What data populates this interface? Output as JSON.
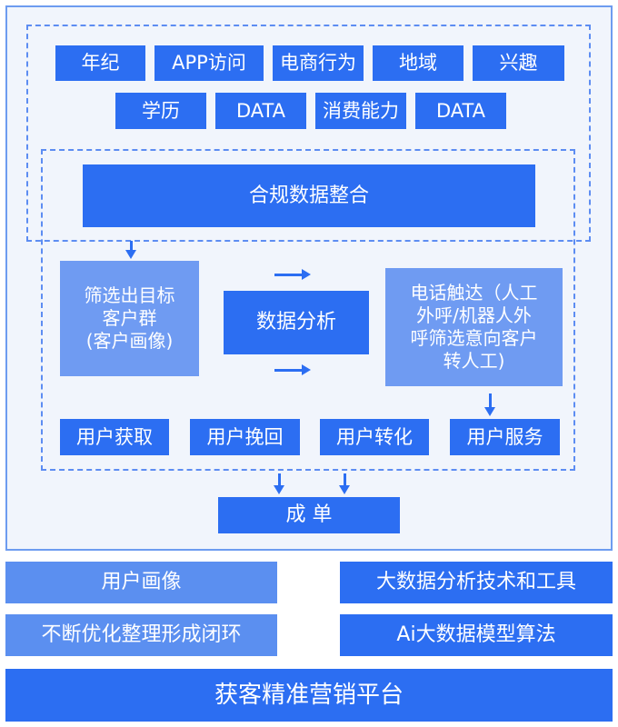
{
  "data_tags": {
    "row1": [
      "年纪",
      "APP访问",
      "电商行为",
      "地域",
      "兴趣"
    ],
    "row2": [
      "学历",
      "DATA",
      "消费能力",
      "DATA"
    ]
  },
  "integration": "合规数据整合",
  "target_customers": "筛选出目标\n客户群\n(客户画像)",
  "data_analysis": "数据分析",
  "phone_outreach": "电话触达（人工\n外呼/机器人外\n呼筛选意向客户\n转人工)",
  "funnel_steps": [
    "用户获取",
    "用户挽回",
    "用户转化",
    "用户服务"
  ],
  "deal": "成 单",
  "features": {
    "left": [
      "用户画像",
      "不断优化整理形成闭环"
    ],
    "right": [
      "大数据分析技术和工具",
      "Ai大数据模型算法"
    ]
  },
  "platform": "获客精准营销平台",
  "colors": {
    "primary": "#2c6ef2",
    "light": "#5b8ff0",
    "outline": "#6d9cf0",
    "background": "#f1f5fc"
  }
}
